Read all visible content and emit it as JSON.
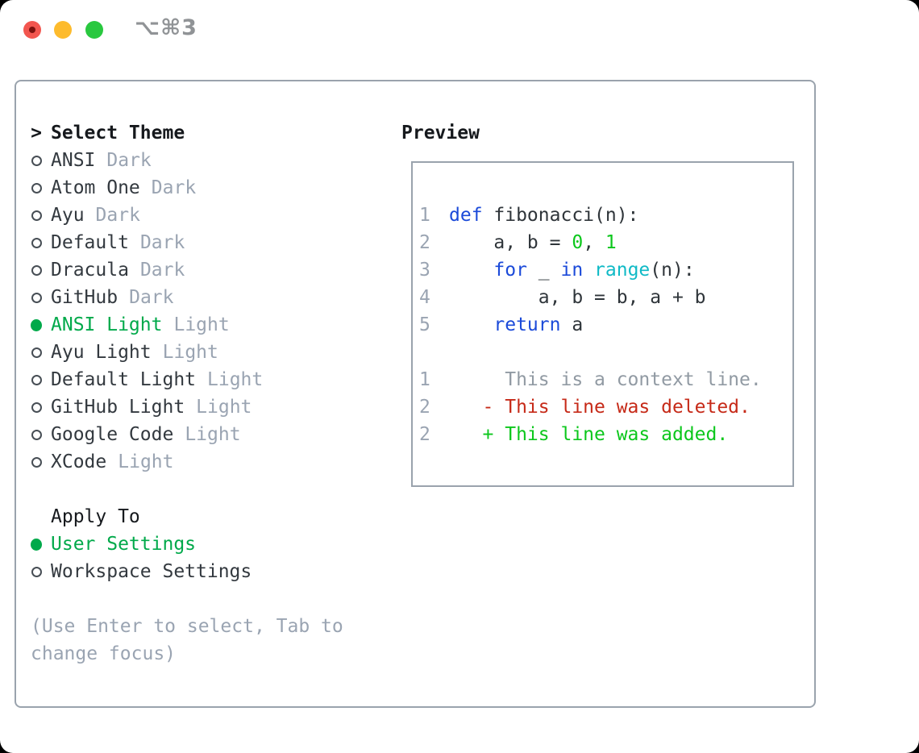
{
  "titlebar": {
    "shortcut": "⌥⌘3",
    "buttons": [
      "close",
      "minimize",
      "zoom"
    ]
  },
  "theme_panel": {
    "header_prefix": ">",
    "header": "Select Theme",
    "items": [
      {
        "name": "ANSI",
        "badge": "Dark",
        "selected": false
      },
      {
        "name": "Atom One",
        "badge": "Dark",
        "selected": false
      },
      {
        "name": "Ayu",
        "badge": "Dark",
        "selected": false
      },
      {
        "name": "Default",
        "badge": "Dark",
        "selected": false
      },
      {
        "name": "Dracula",
        "badge": "Dark",
        "selected": false
      },
      {
        "name": "GitHub",
        "badge": "Dark",
        "selected": false
      },
      {
        "name": "ANSI Light",
        "badge": "Light",
        "selected": true
      },
      {
        "name": "Ayu Light",
        "badge": "Light",
        "selected": false
      },
      {
        "name": "Default Light",
        "badge": "Light",
        "selected": false
      },
      {
        "name": "GitHub Light",
        "badge": "Light",
        "selected": false
      },
      {
        "name": "Google Code",
        "badge": "Light",
        "selected": false
      },
      {
        "name": "XCode",
        "badge": "Light",
        "selected": false
      }
    ]
  },
  "apply_panel": {
    "header": "Apply To",
    "options": [
      {
        "name": "User Settings",
        "selected": true
      },
      {
        "name": "Workspace Settings",
        "selected": false
      }
    ]
  },
  "help": {
    "line1": "(Use Enter to select, Tab to",
    "line2": "change focus)"
  },
  "preview": {
    "header": "Preview",
    "lines": [
      {
        "num": "1",
        "segments": [
          {
            "text": "def",
            "style": "kw"
          },
          {
            "text": " fibonacci(n):",
            "style": "fg"
          }
        ]
      },
      {
        "num": "2",
        "segments": [
          {
            "text": "    a, b = ",
            "style": "fg"
          },
          {
            "text": "0",
            "style": "num"
          },
          {
            "text": ", ",
            "style": "fg"
          },
          {
            "text": "1",
            "style": "num"
          }
        ]
      },
      {
        "num": "3",
        "segments": [
          {
            "text": "    ",
            "style": "fg"
          },
          {
            "text": "for",
            "style": "kw"
          },
          {
            "text": " _ ",
            "style": "fg"
          },
          {
            "text": "in",
            "style": "kw"
          },
          {
            "text": " ",
            "style": "fg"
          },
          {
            "text": "range",
            "style": "fn"
          },
          {
            "text": "(n):",
            "style": "fg"
          }
        ]
      },
      {
        "num": "4",
        "segments": [
          {
            "text": "        a, b = b, a + b",
            "style": "fg"
          }
        ]
      },
      {
        "num": "5",
        "segments": [
          {
            "text": "    ",
            "style": "fg"
          },
          {
            "text": "return",
            "style": "kw"
          },
          {
            "text": " a",
            "style": "fg"
          }
        ]
      },
      {
        "num": "",
        "segments": []
      },
      {
        "num": "1",
        "segments": [
          {
            "text": "     This is a context line.",
            "style": "ctx"
          }
        ]
      },
      {
        "num": "2",
        "segments": [
          {
            "text": "   - This line was deleted.",
            "style": "del"
          }
        ]
      },
      {
        "num": "2",
        "segments": [
          {
            "text": "   + This line was added.",
            "style": "add"
          }
        ]
      }
    ]
  },
  "colors": {
    "selection_green": "#00a94a",
    "keyword_blue": "#1b4ad9",
    "function_cyan": "#10bac6",
    "number_green": "#0cc71c",
    "added_green": "#0cc71c",
    "deleted_red": "#c62a18",
    "context_gray": "#919aa3",
    "muted_gray": "#9aa4b2",
    "border_gray": "#9aa3ad",
    "traffic_red": "#f2564f",
    "traffic_yellow": "#fdbb2d",
    "traffic_green": "#29c83f"
  }
}
